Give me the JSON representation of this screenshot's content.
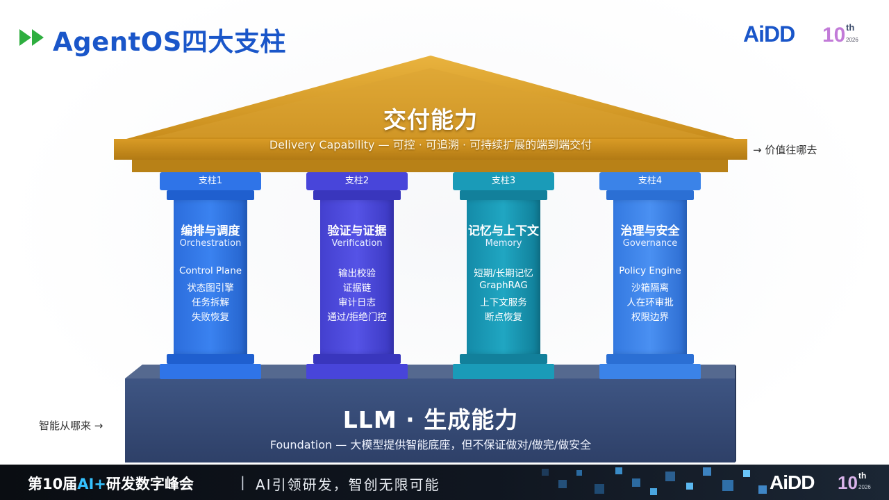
{
  "slide": {
    "title": "AgentOS四大支柱",
    "logo_text": "AiDD",
    "logo_ordinal": "10",
    "logo_suffix": "th",
    "logo_year": "2026"
  },
  "roof": {
    "title": "交付能力",
    "subtitle": "Delivery Capability — 可控 · 可追溯 · 可持续扩展的端到端交付",
    "right_note": "→ 价值往哪去",
    "color": "#e0a129"
  },
  "pillars": [
    {
      "tag": "支柱1",
      "title": "编排与调度",
      "en": "Orchestration",
      "items": [
        "Control Plane",
        "状态图引擎",
        "任务拆解",
        "失败恢复"
      ],
      "color": "#2f72e6"
    },
    {
      "tag": "支柱2",
      "title": "验证与证据",
      "en": "Verification",
      "items": [
        "输出校验",
        "证据链",
        "审计日志",
        "通过/拒绝门控"
      ],
      "color": "#4a46d9"
    },
    {
      "tag": "支柱3",
      "title": "记忆与上下文",
      "en": "Memory",
      "items": [
        "短期/长期记忆",
        "GraphRAG",
        "上下文服务",
        "断点恢复"
      ],
      "color": "#1799b5"
    },
    {
      "tag": "支柱4",
      "title": "治理与安全",
      "en": "Governance",
      "items": [
        "Policy Engine",
        "沙箱隔离",
        "人在环审批",
        "权限边界"
      ],
      "color": "#3b82e6"
    }
  ],
  "base": {
    "title": "LLM · 生成能力",
    "subtitle": "Foundation — 大模型提供智能底座，但不保证做对/做完/做安全",
    "left_note": "智能从哪来 →",
    "color": "#3a4f7a"
  },
  "footer": {
    "event_prefix": "第10届",
    "event_ai": "AI+",
    "event_suffix": "研发数字峰会",
    "separator": "|",
    "slogan": "AI引领研发，智创无限可能"
  }
}
